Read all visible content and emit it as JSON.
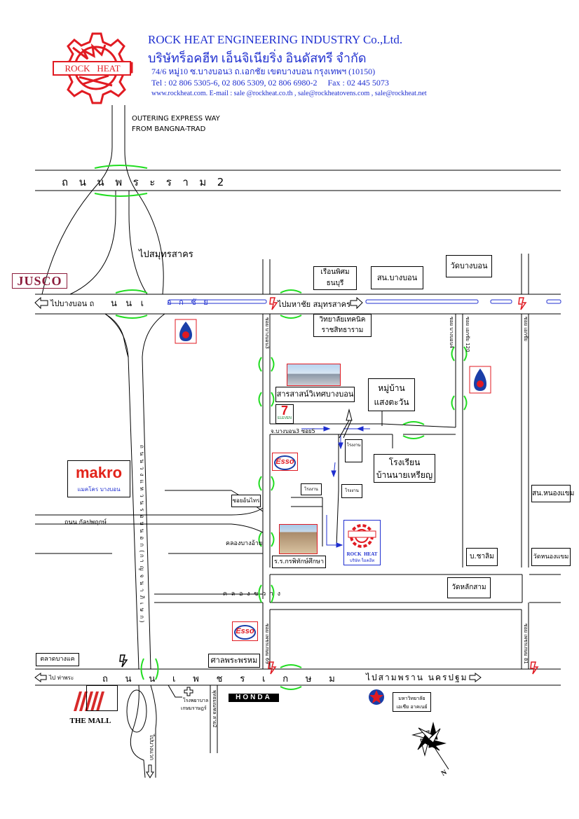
{
  "header": {
    "logo_text": "ROCK   HEAT",
    "company_en": "ROCK HEAT ENGINEERING INDUSTRY Co.,Ltd.",
    "company_th": "บริษัทร็อคฮีท เอ็นจิเนียริ่ง อินดัสทรี จำกัด",
    "address": "74/6 หมู่10 ซ.บางบอน3 ถ.เอกชัย เขตบางบอน กรุงเทพฯ (10150)",
    "tel": "Tel : 02 806 5305-6, 02 806 5309, 02 806 6980-2     Fax : 02 445 5073",
    "web": "www.rockheat.com. E-mail : sale @rockheat.co.th , sale@rockheatovens.com , sale@rockheat.net"
  },
  "roads": {
    "outer_line1": "OUTERING EXPRESS WAY",
    "outer_line2": "FROM BANGNA-TRAD",
    "rama2": "ถ  น  น  พ  ร  ะ  ร  า  ม  2",
    "to_samutsakhon": "ไปสมุทรสาคร",
    "ekachai_west": "ไปบางบอน ถ",
    "ekachai_mid": "น   น   เ",
    "ekachai_tail": "อ   ก   ชั   ย",
    "to_mahachai": "ไปมหาชัย สมุทรสาคร",
    "phetkasem_left": "ไป ท่าพระ",
    "phetkasem": "ถ      น      น      เ      พ      ช      ร      เ      ก      ษ      ม",
    "to_sampran": "ไปสามพราน นครปฐม",
    "kanlapaphruek": "ถนน กัลปพฤกษ์",
    "bangbon3_soi5": "จ.บางบอน3 ซอย5",
    "khlong_bang_oi": "คลองบางอ้าย",
    "khlong_khwang": "ค  ล  อ  ง  ข  ว  า  ง",
    "to_bang_waek": "ไปบางแวก",
    "vertical_outer": "ถ  น  น  ว  ง  แ  ห  ว  น  ร  อ  บ  น  อ  ก  ( ก า  ญ  จ  น  า  ภิ  เ  ษ  ก )",
    "soi_bangbon3": "ซอย บางบอน3",
    "soi_bangbon4": "ซอย บางบอน4",
    "soi_ekachai120": "ซอย เอกชัย 120",
    "soi_ekachai": "ซอย เอกชัย",
    "soi_phetkasem69": "ซอย เพชรเกษม 69",
    "soi_phetkasem81": "ซอย เพชรเกษม 81",
    "soi_phutthamonthon2": "พุทธมณฑล สาย2"
  },
  "places": {
    "jusco": "JUSCO",
    "ruan_phisom": [
      "เรือนพิศม",
      "ธนบุรี"
    ],
    "district_office": "สน.บางบอน",
    "wat_bangbon": "วัดบางบอน",
    "tech_college": [
      "วิทยาลัยเทคนิค",
      "ราชสิทธาราม"
    ],
    "school_wiset": "สารสาสน์วิเทศบางบอน",
    "village": [
      "หมู่บ้าน",
      "แสงตะวัน"
    ],
    "factory": "โรงงาน",
    "school_nairia": [
      "โรงเรียน",
      "บ้านนายเหรียญ"
    ],
    "makro": "makro",
    "makro_th": "แมคโคร บางบอน",
    "soi_anchai": "ซอยอ้นไทร",
    "school_kraisak": "ร.ร.กรพิทักษ์ศึกษา",
    "rock_heat_label": "ROCK  HEAT",
    "rock_heat_th": "บริษัท ร็อคฮีท",
    "chalim": "บ.ชาลิม",
    "nong_khaem_police": "สน.หนองแขม",
    "wat_nong_khaem": "วัดหนองแขม",
    "wat_lak_sam": "วัดหลักสาม",
    "esso": "Esso",
    "seven": "7",
    "seven_small": "ELEVEN",
    "market_bangkhae": "ตลาดบางแค",
    "sala_phra_phrom": "ศาลพระพรหม",
    "hospital": [
      "โรงพยาบาล",
      "เกษมราษฎร์"
    ],
    "honda": "HONDA",
    "university": [
      "มหาวิทยาลัย",
      "เอเชีย อาคเนย์"
    ],
    "the_mall": "THE MALL",
    "compass_n": "N"
  },
  "colors": {
    "header_blue": "#1f2fd0",
    "logo_red": "#e11b22",
    "bridge_green": "#22dd22",
    "arrow_blue": "#1f2fd0",
    "ptt_blue": "#1a3ea8",
    "esso_red": "#e01a22",
    "jusco_maroon": "#8b1a3a",
    "makro_red": "#e2231a"
  }
}
